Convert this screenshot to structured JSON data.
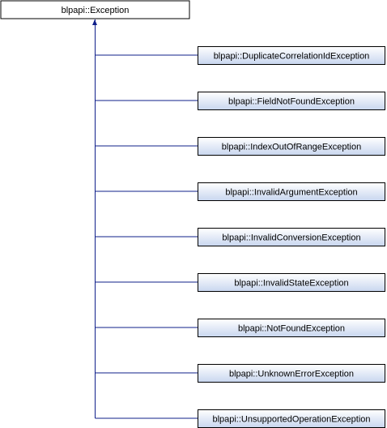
{
  "diagram": {
    "type": "inheritance",
    "colors": {
      "base_fill": "#ffffff",
      "node_border": "#000000",
      "derived_fill_top": "#ffffff",
      "derived_fill_bottom": "#c8d6ef",
      "edge": "#0f1f8a"
    },
    "base": {
      "label": "blpapi::Exception"
    },
    "derived": [
      {
        "label": "blpapi::DuplicateCorrelationIdException"
      },
      {
        "label": "blpapi::FieldNotFoundException"
      },
      {
        "label": "blpapi::IndexOutOfRangeException"
      },
      {
        "label": "blpapi::InvalidArgumentException"
      },
      {
        "label": "blpapi::InvalidConversionException"
      },
      {
        "label": "blpapi::InvalidStateException"
      },
      {
        "label": "blpapi::NotFoundException"
      },
      {
        "label": "blpapi::UnknownErrorException"
      },
      {
        "label": "blpapi::UnsupportedOperationException"
      }
    ]
  }
}
